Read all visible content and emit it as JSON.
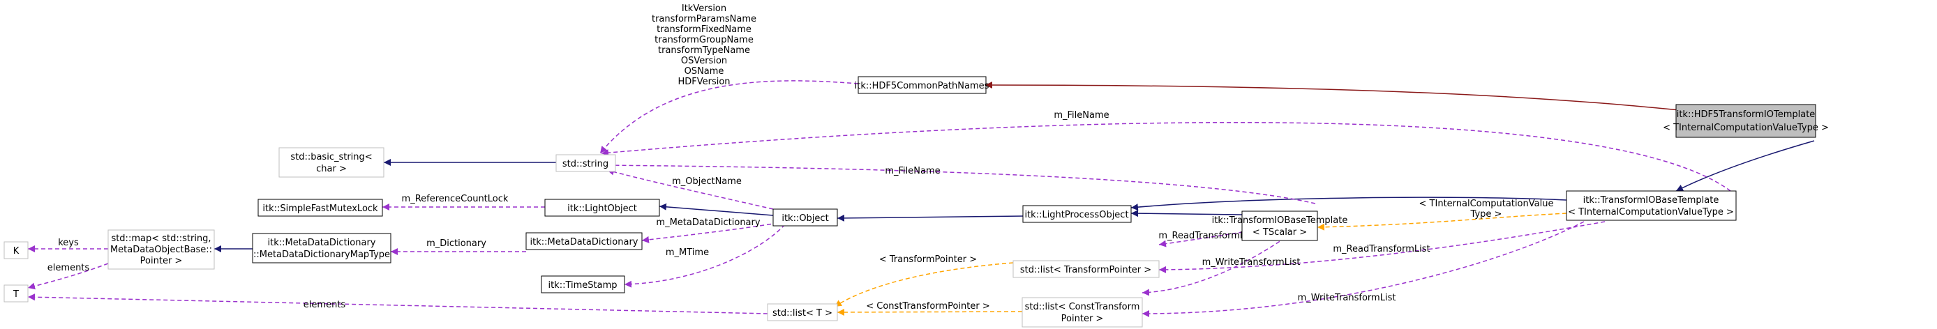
{
  "nodes": {
    "hdf5_transform_io": {
      "lines": [
        "itk::HDF5TransformIOTemplate",
        "< TInternalComputationValueType >"
      ],
      "fill": "#bfbfbf",
      "stroke": "#000000"
    },
    "hdf5_common_path_names": {
      "lines": [
        "itk::HDF5CommonPathNames"
      ],
      "fill": "#ffffff",
      "stroke": "#000000"
    },
    "transform_io_base_template": {
      "lines": [
        "itk::TransformIOBaseTemplate",
        "< TInternalComputationValueType >"
      ],
      "fill": "#ffffff",
      "stroke": "#000000"
    },
    "transform_io_base_template_tscalar": {
      "lines": [
        "itk::TransformIOBaseTemplate",
        "< TScalar >"
      ],
      "fill": "#ffffff",
      "stroke": "#000000"
    },
    "light_process_object": {
      "lines": [
        "itk::LightProcessObject"
      ],
      "fill": "#ffffff",
      "stroke": "#000000"
    },
    "object": {
      "lines": [
        "itk::Object"
      ],
      "fill": "#ffffff",
      "stroke": "#000000"
    },
    "light_object": {
      "lines": [
        "itk::LightObject"
      ],
      "fill": "#ffffff",
      "stroke": "#000000"
    },
    "meta_data_dictionary": {
      "lines": [
        "itk::MetaDataDictionary"
      ],
      "fill": "#ffffff",
      "stroke": "#000000"
    },
    "time_stamp": {
      "lines": [
        "itk::TimeStamp"
      ],
      "fill": "#ffffff",
      "stroke": "#000000"
    },
    "simple_fast_mutex_lock": {
      "lines": [
        "itk::SimpleFastMutexLock"
      ],
      "fill": "#ffffff",
      "stroke": "#000000"
    },
    "meta_data_dictionary_map_type": {
      "lines": [
        "itk::MetaDataDictionary",
        "::MetaDataDictionaryMapType"
      ],
      "fill": "#ffffff",
      "stroke": "#000000"
    },
    "std_map": {
      "lines": [
        "std::map< std::string,",
        "MetaDataObjectBase::",
        "Pointer >"
      ],
      "fill": "#ffffff",
      "stroke": "#bfbfbf"
    },
    "k": {
      "lines": [
        "K"
      ],
      "fill": "#ffffff",
      "stroke": "#bfbfbf"
    },
    "t": {
      "lines": [
        "T"
      ],
      "fill": "#ffffff",
      "stroke": "#bfbfbf"
    },
    "std_string": {
      "lines": [
        "std::string"
      ],
      "fill": "#ffffff",
      "stroke": "#bfbfbf"
    },
    "std_basic_string": {
      "lines": [
        "std::basic_string<",
        "char >"
      ],
      "fill": "#ffffff",
      "stroke": "#bfbfbf"
    },
    "std_list_t": {
      "lines": [
        "std::list< T >"
      ],
      "fill": "#ffffff",
      "stroke": "#bfbfbf"
    },
    "std_list_transform_pointer": {
      "lines": [
        "std::list< TransformPointer >"
      ],
      "fill": "#ffffff",
      "stroke": "#bfbfbf"
    },
    "std_list_const_transform_pointer": {
      "lines": [
        "std::list< ConstTransform",
        "Pointer >"
      ],
      "fill": "#ffffff",
      "stroke": "#bfbfbf"
    }
  },
  "labels": {
    "hdf5_names": [
      "ItkVersion",
      "transformParamsName",
      "transformFixedName",
      "transformGroupName",
      "transformTypeName",
      "OSVersion",
      "OSName",
      "HDFVersion"
    ],
    "m_filename_top": "m_FileName",
    "m_filename_mid": "m_FileName",
    "m_object_name": "m_ObjectName",
    "m_reference_count_lock": "m_ReferenceCountLock",
    "m_metadata_dictionary": "m_MetaDataDictionary",
    "m_dictionary": "m_Dictionary",
    "m_mtime": "m_MTime",
    "keys": "keys",
    "elements_t_map": "elements",
    "elements_t_list": "elements",
    "t_internal_computation_value_type": [
      "< TInternalComputationValue",
      "Type >"
    ],
    "m_read_transform_list_1": "m_ReadTransformList",
    "m_read_transform_list_2": "m_ReadTransformList",
    "m_write_transform_list_1": "m_WriteTransformList",
    "m_write_transform_list_2": "m_WriteTransformList",
    "transform_pointer": "< TransformPointer >",
    "const_transform_pointer": "< ConstTransformPointer >"
  },
  "colors": {
    "inheritance": "#191970",
    "usage": "#9a32cd",
    "template": "#ffa500",
    "private_inheritance": "#8b1a1a",
    "edge_label_text": "#000000"
  }
}
